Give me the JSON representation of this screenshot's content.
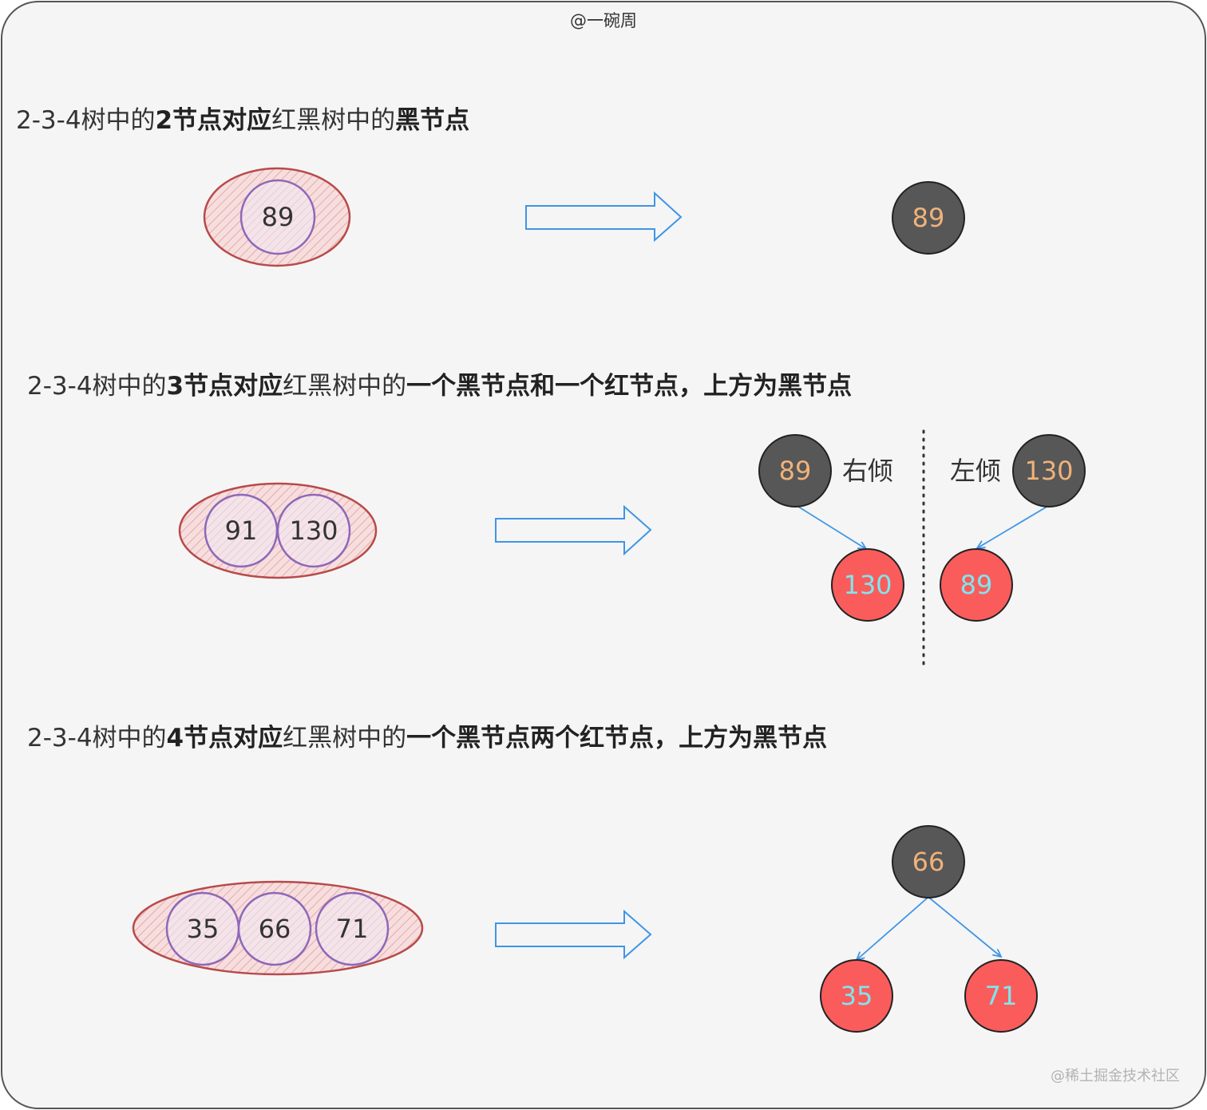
{
  "header": {
    "author": "@一碗周"
  },
  "footer": {
    "watermark": "@稀土掘金技术社区"
  },
  "colors": {
    "black_node_fill": "#575757",
    "black_node_text": "#f0b27a",
    "red_node_fill": "#fa5c5c",
    "red_node_text": "#7fe6ee",
    "arrow": "#3f95e6",
    "ellipse_stroke": "#b84a4a",
    "inner_circle_stroke": "#8e68b8"
  },
  "rows": [
    {
      "title": [
        {
          "t": "2-3-4树中的",
          "b": false
        },
        {
          "t": "2节点对应",
          "b": true
        },
        {
          "t": "红黑树中的",
          "b": false
        },
        {
          "t": "黑节点",
          "b": true
        }
      ],
      "group_keys": [
        "89"
      ],
      "black_nodes": [
        "89"
      ],
      "red_nodes": []
    },
    {
      "title": [
        {
          "t": "2-3-4树中的",
          "b": false
        },
        {
          "t": "3节点对应",
          "b": true
        },
        {
          "t": "红黑树中的",
          "b": false
        },
        {
          "t": "一个黑节点和一个红节点，上方为黑节点",
          "b": true
        }
      ],
      "group_keys": [
        "91",
        "130"
      ],
      "variants": [
        {
          "label": "右倾",
          "black": "89",
          "red": "130"
        },
        {
          "label": "左倾",
          "black": "130",
          "red": "89"
        }
      ]
    },
    {
      "title": [
        {
          "t": "2-3-4树中的",
          "b": false
        },
        {
          "t": "4节点对应",
          "b": true
        },
        {
          "t": "红黑树中的",
          "b": false
        },
        {
          "t": "一个黑节点两个红节点，上方为黑节点",
          "b": true
        }
      ],
      "group_keys": [
        "35",
        "66",
        "71"
      ],
      "black_nodes": [
        "66"
      ],
      "red_nodes": [
        "35",
        "71"
      ]
    }
  ]
}
